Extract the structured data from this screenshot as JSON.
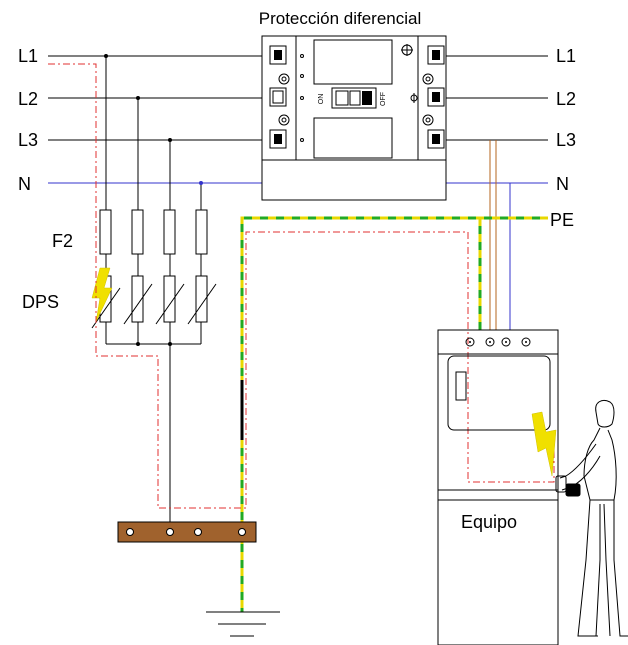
{
  "title": "Protección diferencial",
  "lines_left": [
    "L1",
    "L2",
    "L3",
    "N"
  ],
  "lines_right": [
    "L1",
    "L2",
    "L3",
    "N",
    "PE"
  ],
  "labels": {
    "fuse": "F2",
    "surge_protector": "DPS",
    "equipment": "Equipo"
  },
  "breaker_switch": {
    "on": "ON",
    "off": "OFF"
  },
  "colors": {
    "neutral": "#3333cc",
    "earth_green": "#22aa22",
    "earth_yellow": "#e8d800",
    "fault_path": "#e03030",
    "busbar": "#a0622d",
    "supply_brown": "#b5651d",
    "lightning": "#f0e000"
  }
}
